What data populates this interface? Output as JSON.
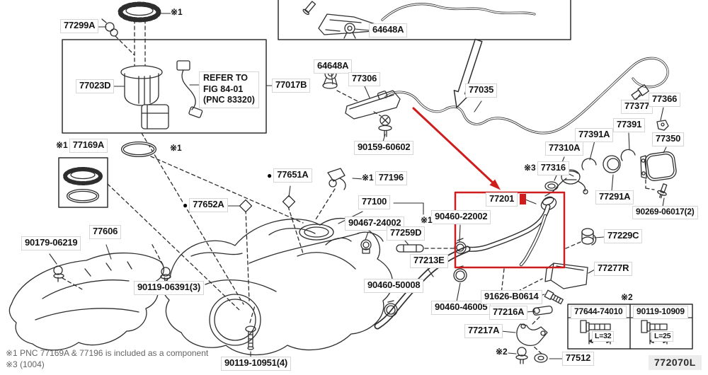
{
  "figure_code": "772070L",
  "marks": {
    "m1": "※1",
    "m2": "※2",
    "m3": "※3",
    "bullet": "●"
  },
  "labels": {
    "p77299a": "77299A",
    "p77023d": "77023D",
    "p77017b": "77017B",
    "p64648a_top": "64648A",
    "p64648a": "64648A",
    "p77306": "77306",
    "p90159": "90159-60602",
    "p77035": "77035",
    "p77377": "77377",
    "p77366": "77366",
    "p77391a": "77391A",
    "p77391": "77391",
    "p77350": "77350",
    "p77310a": "77310A",
    "p77316": "77316",
    "p77291a": "77291A",
    "p90269": "90269-06017(2)",
    "p77201": "77201",
    "p90460_22002": "90460-22002",
    "p77100": "77100",
    "p90467": "90467-24002",
    "p77259d": "77259D",
    "p77196": "77196",
    "p77651a": "77651A",
    "p77652a": "77652A",
    "p77169a": "77169A",
    "p77606": "77606",
    "p90179": "90179-06219",
    "p90119_06391": "90119-06391(3)",
    "p90119_10951": "90119-10951(4)",
    "p77213e": "77213E",
    "p90460_50008": "90460-50008",
    "p90460_46005": "90460-46005",
    "p91626": "91626-B0614",
    "p77216a": "77216A",
    "p77217a": "77217A",
    "p77512": "77512",
    "p77229c": "77229C",
    "p77277r": "77277R"
  },
  "refer_note": {
    "line1": "REFER TO",
    "line2": "FIG 84-01",
    "line3": "(PNC 83320)"
  },
  "bolt_table": {
    "note": "※2",
    "col1_part": "77644-74010",
    "col1_length": "L=32",
    "col2_part": "90119-10909",
    "col2_length": "L=25"
  },
  "footnote": {
    "line1": "※1 PNC 77169A & 77196 is included as a component",
    "line2": "※3 (1004)"
  },
  "colors": {
    "highlight_red": "#cf1c1c",
    "line": "#2e2e2e",
    "label_border": "#d6d6d6",
    "figure_code_bg": "#ededed"
  }
}
